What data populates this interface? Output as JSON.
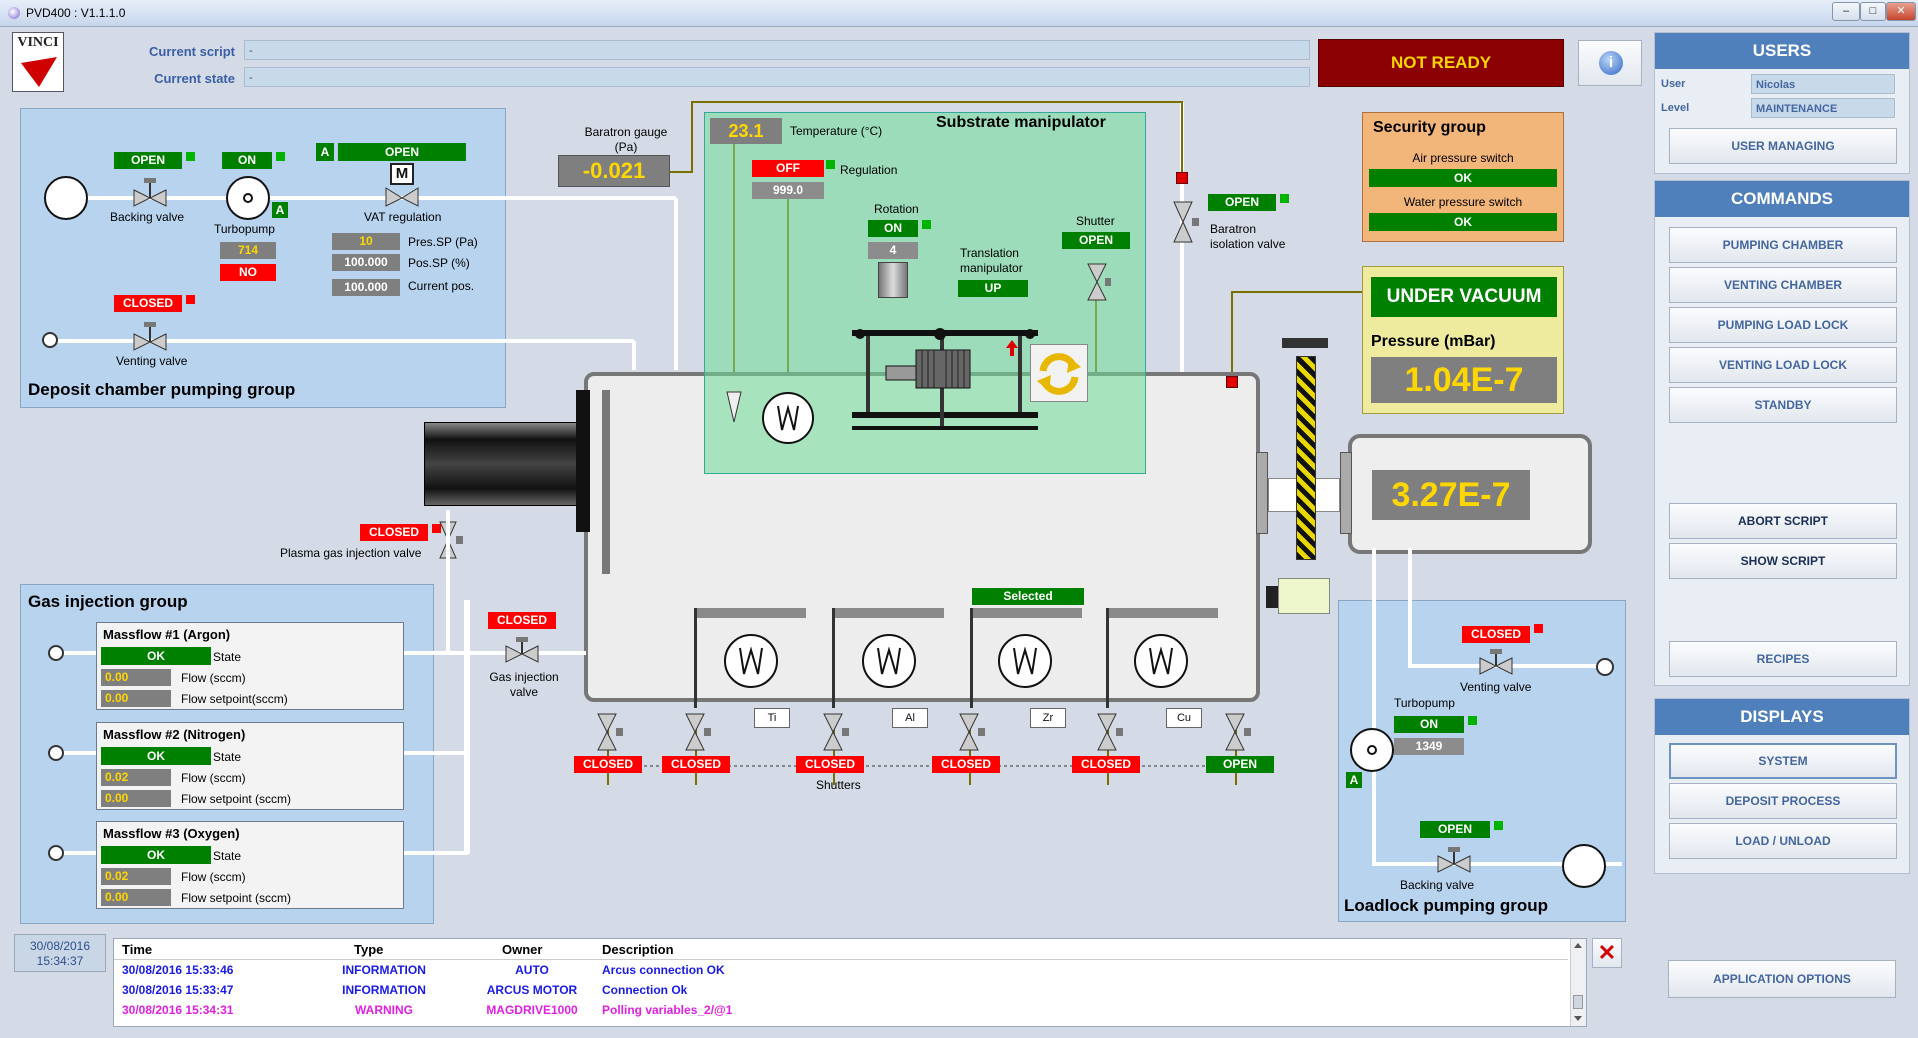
{
  "window": {
    "title": "PVD400 : V1.1.1.0",
    "min": "–",
    "max": "□",
    "close": "✕"
  },
  "header": {
    "logo": "VINCI",
    "current_script_label": "Current script",
    "current_script_value": "-",
    "current_state_label": "Current state",
    "current_state_value": "-",
    "status": "NOT READY",
    "info_icon": "i"
  },
  "users": {
    "title": "USERS",
    "user_label": "User",
    "user_value": "Nicolas",
    "level_label": "Level",
    "level_value": "MAINTENANCE",
    "managing": "USER MANAGING"
  },
  "commands": {
    "title": "COMMANDS",
    "items": [
      "PUMPING CHAMBER",
      "VENTING CHAMBER",
      "PUMPING LOAD LOCK",
      "VENTING LOAD LOCK",
      "STANDBY"
    ],
    "abort": "ABORT SCRIPT",
    "show": "SHOW SCRIPT",
    "recipes": "RECIPES"
  },
  "displays": {
    "title": "DISPLAYS",
    "items": [
      "SYSTEM",
      "DEPOSIT PROCESS",
      "LOAD / UNLOAD"
    ]
  },
  "app_options": "APPLICATION OPTIONS",
  "deposit_group": {
    "title": "Deposit chamber pumping group",
    "backing_valve_state": "OPEN",
    "backing_valve_label": "Backing valve",
    "turbopump_state": "ON",
    "turbopump_label": "Turbopump",
    "turbopump_mode": "A",
    "turbopump_speed": "714",
    "turbopump_flag": "NO",
    "vat_mode": "A",
    "vat_state": "OPEN",
    "vat_icon": "M",
    "vat_label": "VAT regulation",
    "pres_sp": "10",
    "pres_sp_label": "Pres.SP (Pa)",
    "pos_sp": "100.000",
    "pos_sp_label": "Pos.SP (%)",
    "current_pos": "100.000",
    "current_pos_label": "Current pos.",
    "venting_state": "CLOSED",
    "venting_label": "Venting valve"
  },
  "baratron": {
    "label_line1": "Baratron gauge",
    "label_line2": "(Pa)",
    "value": "-0.021"
  },
  "substrate": {
    "title": "Substrate manipulator",
    "temperature": "23.1",
    "temperature_label": "Temperature (°C)",
    "regulation_state": "OFF",
    "regulation_label": "Regulation",
    "regulation_value": "999.0",
    "rotation_label": "Rotation",
    "rotation_state": "ON",
    "rotation_value": "4",
    "translation_label_1": "Translation",
    "translation_label_2": "manipulator",
    "translation_state": "UP",
    "shutter_label": "Shutter",
    "shutter_state": "OPEN"
  },
  "baratron_isolation": {
    "state": "OPEN",
    "label_1": "Baratron",
    "label_2": "isolation valve"
  },
  "security": {
    "title": "Security group",
    "air_label": "Air pressure switch",
    "air_state": "OK",
    "water_label": "Water pressure switch",
    "water_state": "OK"
  },
  "vacuum": {
    "status": "UNDER VACUUM",
    "pressure_label": "Pressure (mBar)",
    "pressure_value": "1.04E-7"
  },
  "loadlock_pressure": "3.27E-7",
  "plasma_valve": {
    "state": "CLOSED",
    "label": "Plasma gas injection valve"
  },
  "gas_injection": {
    "title": "Gas injection group",
    "valve_state": "CLOSED",
    "valve_label_1": "Gas injection",
    "valve_label_2": "valve",
    "massflows": [
      {
        "title": "Massflow #1 (Argon)",
        "state": "OK",
        "state_label": "State",
        "flow": "0.00",
        "flow_label": "Flow (sccm)",
        "setpoint": "0.00",
        "setpoint_label": "Flow setpoint(sccm)"
      },
      {
        "title": "Massflow #2 (Nitrogen)",
        "state": "OK",
        "state_label": "State",
        "flow": "0.02",
        "flow_label": "Flow (sccm)",
        "setpoint": "0.00",
        "setpoint_label": "Flow setpoint (sccm)"
      },
      {
        "title": "Massflow #3 (Oxygen)",
        "state": "OK",
        "state_label": "State",
        "flow": "0.02",
        "flow_label": "Flow (sccm)",
        "setpoint": "0.00",
        "setpoint_label": "Flow setpoint (sccm)"
      }
    ]
  },
  "targets": {
    "selected": "Selected",
    "names": [
      "Ti",
      "Al",
      "Zr",
      "Cu"
    ],
    "shutters_label": "Shutters",
    "valve_states": [
      "CLOSED",
      "CLOSED",
      "CLOSED",
      "CLOSED",
      "CLOSED",
      "OPEN"
    ]
  },
  "loadlock_group": {
    "title": "Loadlock pumping group",
    "venting_state": "CLOSED",
    "venting_label": "Venting valve",
    "turbopump_label": "Turbopump",
    "turbopump_state": "ON",
    "turbopump_speed": "1349",
    "turbopump_mode": "A",
    "backing_state": "OPEN",
    "backing_label": "Backing valve"
  },
  "clock": {
    "date": "30/08/2016",
    "time": "15:34:37"
  },
  "log": {
    "headers": [
      "Time",
      "Type",
      "Owner",
      "Description"
    ],
    "rows": [
      {
        "time": "30/08/2016 15:33:46",
        "type": "INFORMATION",
        "owner": "AUTO",
        "desc": "Arcus connection OK",
        "color": "#1a1ae6"
      },
      {
        "time": "30/08/2016 15:33:47",
        "type": "INFORMATION",
        "owner": "ARCUS MOTOR",
        "desc": "Connection Ok",
        "color": "#1a1ae6"
      },
      {
        "time": "30/08/2016 15:34:31",
        "type": "WARNING",
        "owner": "MAGDRIVE1000",
        "desc": "Polling variables_2/@1",
        "color": "#e020e0"
      }
    ],
    "clear_icon": "✕"
  }
}
